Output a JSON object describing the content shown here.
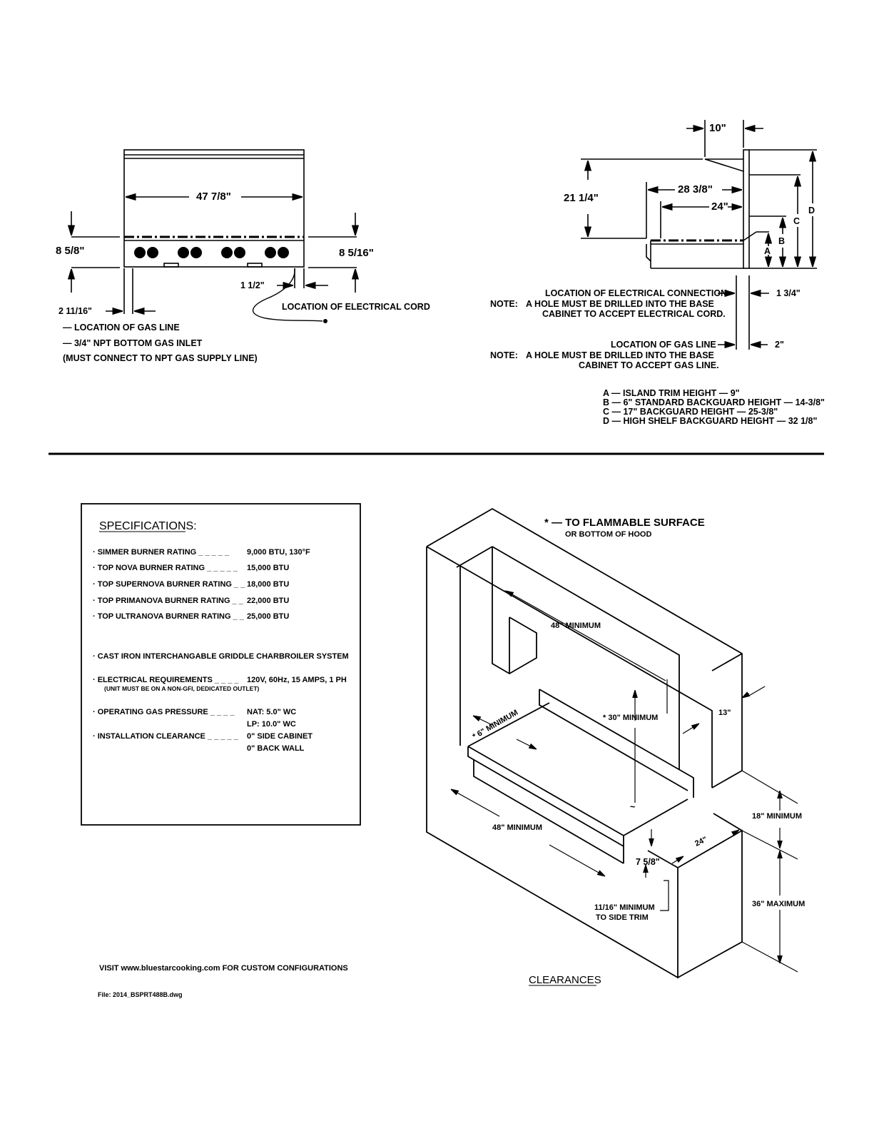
{
  "front_view": {
    "width_dim": "47 7/8\"",
    "left_height_dim": "8 5/8\"",
    "right_height_dim": "8 5/16\"",
    "gas_offset_dim": "2 11/16\"",
    "cord_offset_dim": "1 1/2\"",
    "cord_label": "LOCATION OF ELECTRICAL CORD",
    "notes": [
      "— LOCATION OF GAS LINE",
      "— 3/4\" NPT BOTTOM GAS INLET",
      "(MUST CONNECT TO NPT GAS SUPPLY LINE)"
    ]
  },
  "side_view": {
    "shelf_depth_dim": "10\"",
    "height_dim": "21 1/4\"",
    "depth_dim_1": "28 3/8\"",
    "depth_dim_2": "24\"",
    "letter_a": "A",
    "letter_b": "B",
    "letter_c": "C",
    "letter_d": "D",
    "elec_conn_label": "LOCATION OF ELECTRICAL CONNECTION",
    "elec_note_prefix": "NOTE:",
    "elec_note_line1": "A HOLE MUST BE DRILLED INTO THE BASE",
    "elec_note_line2": "CABINET TO ACCEPT ELECTRICAL CORD.",
    "elec_dim": "1 3/4\"",
    "gas_line_label": "LOCATION OF GAS LINE",
    "gas_note_prefix": "NOTE:",
    "gas_note_line1": "A HOLE MUST BE DRILLED INTO THE BASE",
    "gas_note_line2": "CABINET TO ACCEPT GAS LINE.",
    "gas_dim": "2\"",
    "legend": [
      "A — ISLAND TRIM HEIGHT — 9\"",
      "B — 6\" STANDARD BACKGUARD HEIGHT — 14-3/8\"",
      "C — 17\" BACKGUARD HEIGHT — 25-3/8\"",
      "D — HIGH SHELF BACKGUARD HEIGHT — 32 1/8\""
    ]
  },
  "specifications": {
    "title": "SPECIFICATIONS:",
    "rows": [
      {
        "label": "· SIMMER BURNER RATING _ _ _ _ _",
        "value": "9,000 BTU, 130°F"
      },
      {
        "label": "· TOP NOVA BURNER RATING _ _ _ _ _",
        "value": "15,000 BTU"
      },
      {
        "label": "· TOP SUPERNOVA BURNER RATING _ _",
        "value": "18,000 BTU"
      },
      {
        "label": "· TOP PRIMANOVA BURNER RATING _ _",
        "value": "22,000 BTU"
      },
      {
        "label": "· TOP ULTRANOVA BURNER RATING _ _",
        "value": "25,000 BTU"
      }
    ],
    "griddle": "· CAST IRON INTERCHANGABLE GRIDDLE CHARBROILER SYSTEM",
    "electrical_label": "· ELECTRICAL REQUIREMENTS _ _ _ _",
    "electrical_value": "120V, 60Hz, 15 AMPS, 1 PH",
    "electrical_note": "(UNIT MUST BE ON A NON-GFI, DEDICATED OUTLET)",
    "gas_label": "· OPERATING GAS PRESSURE _ _ _ _",
    "gas_value_1": "NAT: 5.0\" WC",
    "gas_value_2": "LP: 10.0\" WC",
    "clearance_label": "· INSTALLATION CLEARANCE _ _ _ _ _",
    "clearance_value_1": "0\" SIDE CABINET",
    "clearance_value_2": "0\" BACK WALL"
  },
  "footer": {
    "visit": "VISIT www.bluestarcooking.com FOR CUSTOM CONFIGURATIONS",
    "file": "File: 2014_BSPRT488B.dwg"
  },
  "clearances": {
    "title": "CLEARANCES",
    "star_note_1": "* — TO FLAMMABLE SURFACE",
    "star_note_2": "OR BOTTOM OF HOOD",
    "top_width": "48\" MINIMUM",
    "height": "* 30\" MINIMUM",
    "side": "* 6\" MINIMUM",
    "hood_depth": "13\"",
    "bottom_width": "48\" MINIMUM",
    "counter_height": "18\" MINIMUM",
    "depth": "24\"",
    "cab_height": "36\" MAXIMUM",
    "trim": "7 5/8\"",
    "side_trim_1": "11/16\" MINIMUM",
    "side_trim_2": "TO SIDE TRIM"
  }
}
